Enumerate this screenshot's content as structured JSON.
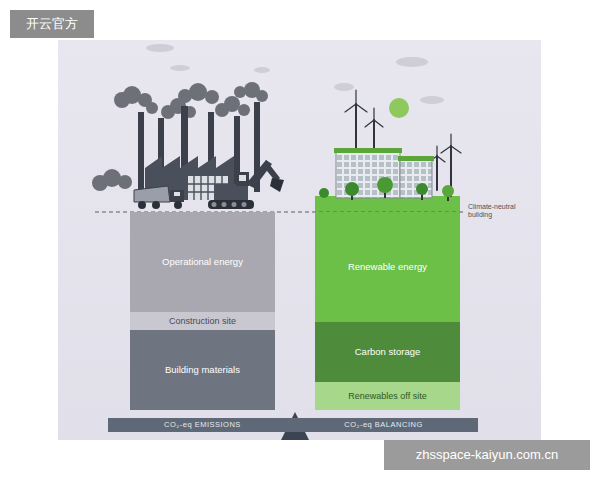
{
  "diagram": {
    "nodes": [
      {
        "text": [
          "Operational energy"
        ]
      },
      {
        "text": [
          "Construction site"
        ]
      },
      {
        "text": [
          "Building materials"
        ]
      },
      {
        "text": [
          "Renewable energy"
        ]
      },
      {
        "text": [
          "Carbon storage"
        ]
      },
      {
        "text": [
          "Renewables off site"
        ]
      },
      {
        "text": [
          "CO₂-eq EMISSIONS",
          "CO₂-eq BALANCING"
        ]
      }
    ],
    "labels": [
      "开云官方",
      "Climate-neutral building",
      "zhsspace-kaiyun.com.cn"
    ]
  }
}
